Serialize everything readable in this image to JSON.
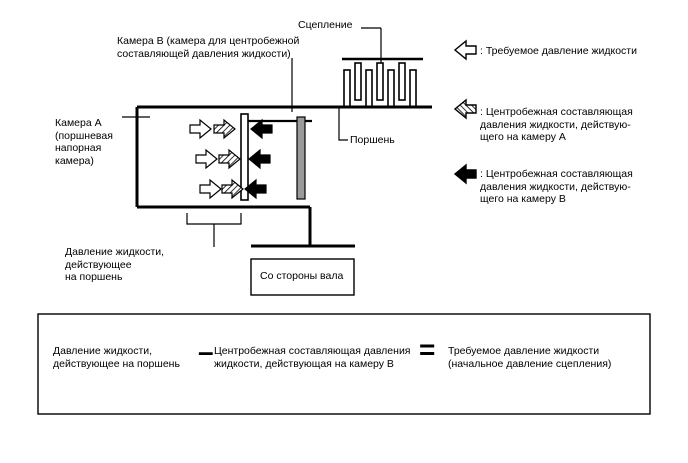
{
  "labels": {
    "clutch": "Сцепление",
    "chamber_b": "Камера B (камера для центробежной\nсоставляющей давления жидкости)",
    "chamber_a": "Камера A\n(поршневая\nнапорная\nкамера)",
    "piston": "Поршень",
    "pressure_on_piston": "Давление жидкости,\nдействующее\nна поршень",
    "shaft_side": "Со стороны вала"
  },
  "legend": [
    {
      "icon": "white-arrow-icon",
      "text": ": Требуемое давление жидкости"
    },
    {
      "icon": "hatched-arrow-icon",
      "text": ": Центробежная составляющая\nдавления жидкости, действую-\nщего на камеру A"
    },
    {
      "icon": "black-arrow-icon",
      "text": ": Центробежная составляющая\nдавления жидкости, действую-\nщего на камеру B"
    }
  ],
  "equation": {
    "term1": "Давление жидкости,\nдействующее на поршень",
    "minus": "–",
    "term2": "Центробежная составляющая давления\nжидкости, действующая на камеру B",
    "equals": "=",
    "term3": "Требуемое давление жидкости\n(начальное давление сцепления)"
  },
  "colors": {
    "line": "#000000",
    "piston_fill": "#9a9a9a",
    "background": "#ffffff"
  }
}
